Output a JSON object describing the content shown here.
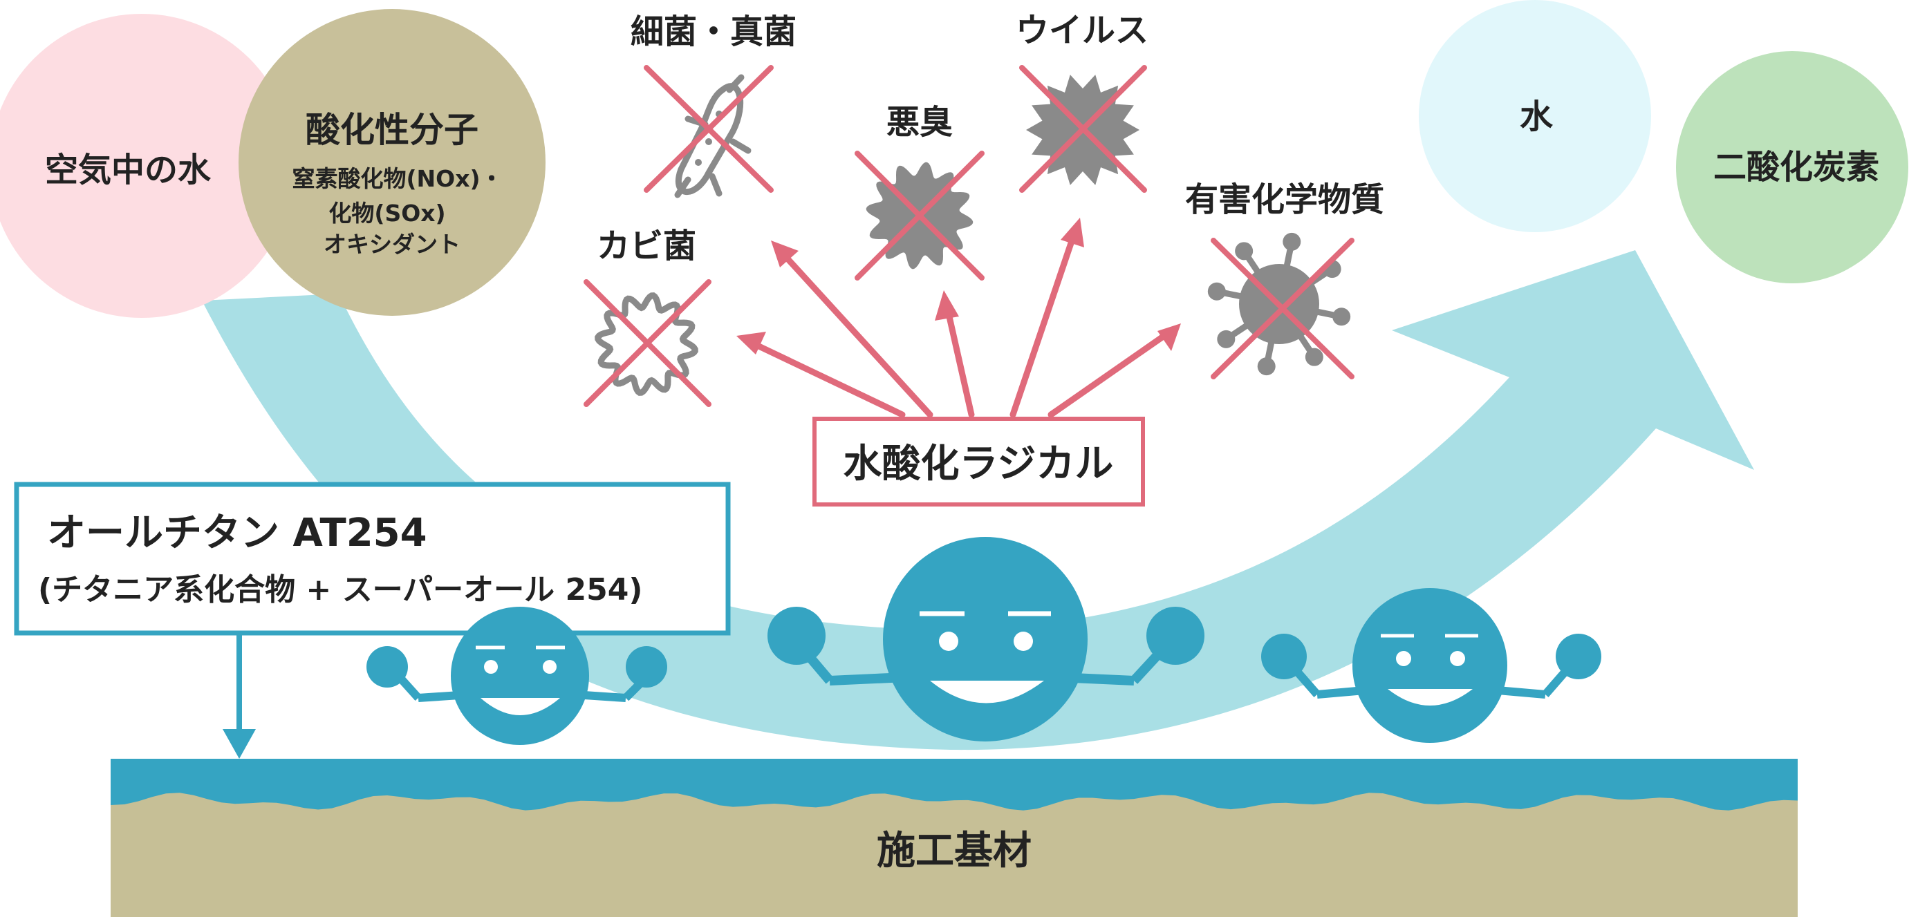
{
  "colors": {
    "teal": "#35a4c2",
    "flow": "#a9dfe5",
    "radical_red": "#e06a7b",
    "germ_gray": "#8a8a8a",
    "substrate": "#c6bf96",
    "water_pink": "#fddde2",
    "oxidant_khaki": "#c8c09a",
    "water_out": "#e1f7fb",
    "co2_green": "#bde2bb"
  },
  "inputs": {
    "water": "空気中の水",
    "oxidant_title": "酸化性分子",
    "oxidant_line1": "窒素酸化物(NOx)・",
    "oxidant_line2": "化物(SOx)",
    "oxidant_line3": "オキシダント"
  },
  "outputs": {
    "water": "水",
    "co2": "二酸化炭素"
  },
  "targets": {
    "bacteria": "細菌・真菌",
    "odor": "悪臭",
    "virus": "ウイルス",
    "mold": "カビ菌",
    "harmful": "有害化学物質"
  },
  "radical": "水酸化ラジカル",
  "product": {
    "name": "オールチタン AT254",
    "detail": "(チタニア系化合物 + スーパーオール 254)"
  },
  "substrate_label": "施工基材"
}
